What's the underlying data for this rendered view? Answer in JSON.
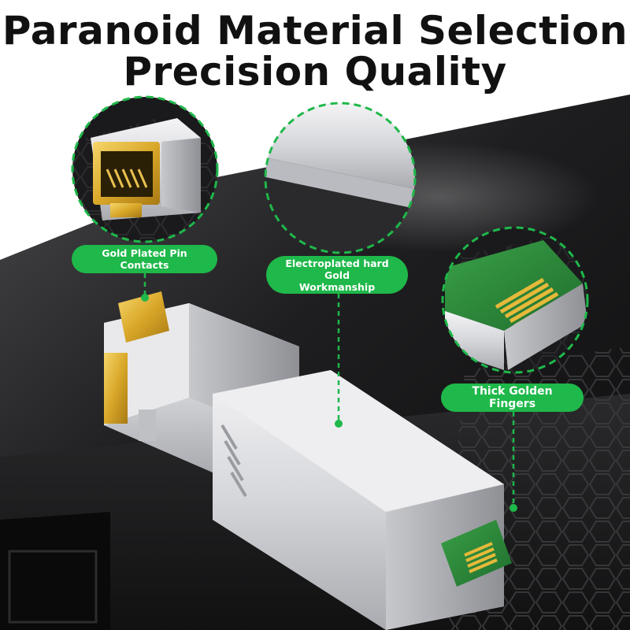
{
  "headline": {
    "line1": "Paranoid Material Selection",
    "line2": "Precision Quality"
  },
  "callouts": [
    {
      "label": "Gold Plated Pin Contacts"
    },
    {
      "label_line1": "Electroplated hard Gold",
      "label_line2": "Workmanship"
    },
    {
      "label": "Thick Golden Fingers"
    }
  ],
  "colors": {
    "accent": "#1fb84a",
    "background": "#ffffff",
    "headline": "#111111",
    "gold": "#d9a82a",
    "pcb": "#2f8a3a",
    "metal": "#d8d9dc",
    "dark_surface": "#1c1c1e"
  }
}
